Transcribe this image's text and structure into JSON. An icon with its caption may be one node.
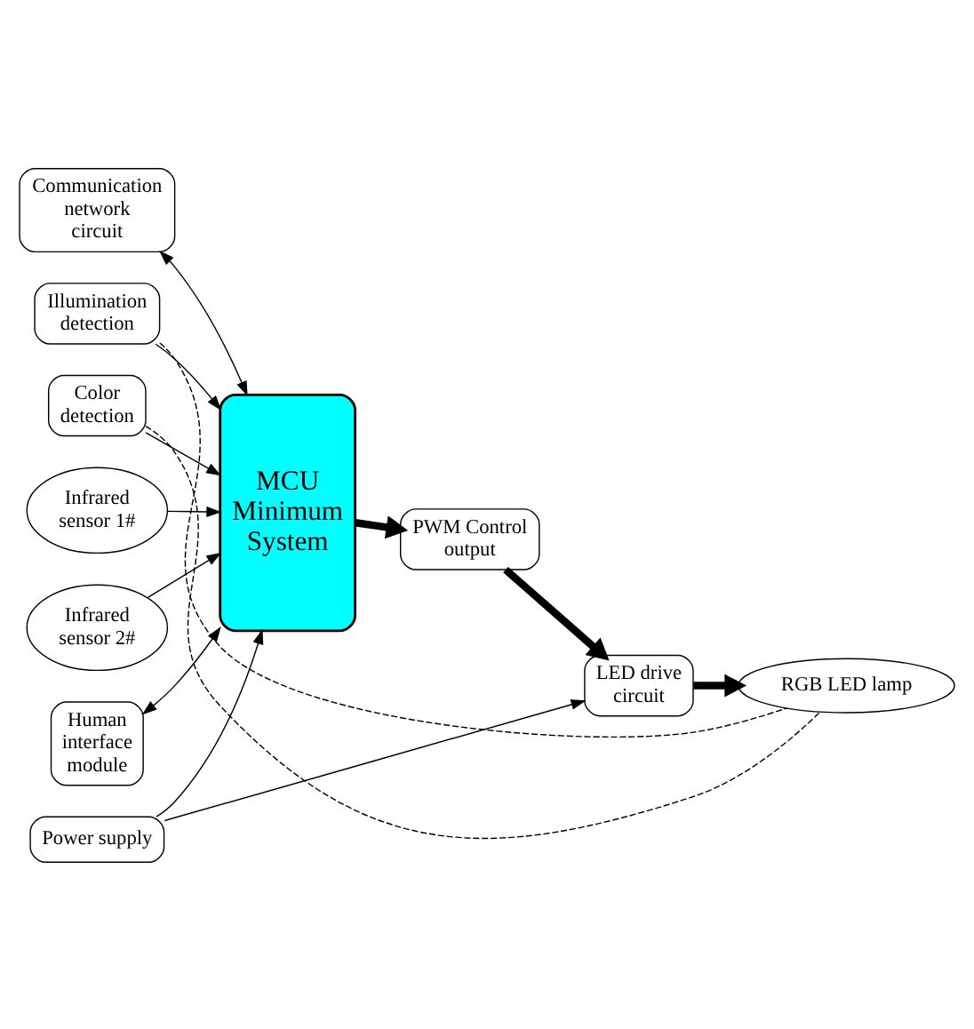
{
  "diagram": {
    "nodes": [
      {
        "text": [
          "Communication network circuit"
        ]
      },
      {
        "text": [
          "Infrared sensor 1#"
        ]
      },
      {
        "text": [
          "Illumination detection"
        ]
      },
      {
        "text": [
          "MCU",
          "Minimum System"
        ]
      },
      {
        "text": [
          "RGB LED lamp"
        ]
      },
      {
        "text": [
          "Infrared sensor 2#"
        ]
      },
      {
        "text": [
          "Color detection"
        ]
      },
      {
        "text": [
          "Human interface module"
        ]
      },
      {
        "text": [
          "PWM Control output"
        ]
      },
      {
        "text": [
          "LED drive circuit"
        ]
      },
      {
        "text": [
          "Power supply"
        ]
      }
    ],
    "edges": [
      {
        "from": 0,
        "to": 3,
        "arrow": "both"
      },
      {
        "from": 1,
        "to": 3,
        "arrow": "to"
      },
      {
        "from": 2,
        "to": 3,
        "arrow": "to"
      },
      {
        "from": 5,
        "to": 3,
        "arrow": "to"
      },
      {
        "from": 6,
        "to": 3,
        "arrow": "to"
      },
      {
        "from": 7,
        "to": 3,
        "arrow": "both"
      },
      {
        "from": 3,
        "to": 8,
        "arrow": "to",
        "style": "thick"
      },
      {
        "from": 8,
        "to": 9,
        "arrow": "to",
        "style": "thick"
      },
      {
        "from": 9,
        "to": 4,
        "arrow": "to",
        "style": "thick"
      },
      {
        "from": 10,
        "to": 3,
        "arrow": "to"
      },
      {
        "from": 10,
        "to": 9,
        "arrow": "to"
      },
      {
        "from": 2,
        "to": 4,
        "arrow": "none",
        "style": "dashed"
      },
      {
        "from": 6,
        "to": 4,
        "arrow": "none",
        "style": "dashed"
      }
    ]
  }
}
